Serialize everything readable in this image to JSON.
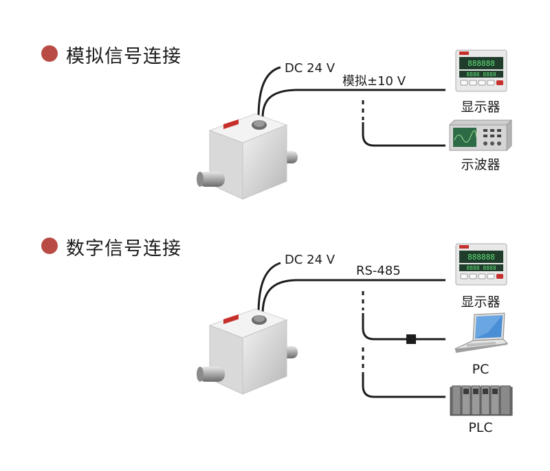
{
  "colors": {
    "bullet": "#b94b45",
    "wire": "#1c1c1c"
  },
  "analog": {
    "heading": "模拟信号连接",
    "power_label": "DC 24 V",
    "signal_label": "模拟±10 V",
    "devices": [
      {
        "name": "显示器",
        "icon": "display-meter-icon"
      },
      {
        "name": "示波器",
        "icon": "oscilloscope-icon"
      }
    ]
  },
  "digital": {
    "heading": "数字信号连接",
    "power_label": "DC 24 V",
    "signal_label": "RS-485",
    "devices": [
      {
        "name": "显示器",
        "icon": "display-meter-icon"
      },
      {
        "name": "PC",
        "icon": "laptop-icon"
      },
      {
        "name": "PLC",
        "icon": "plc-rack-icon"
      }
    ]
  }
}
